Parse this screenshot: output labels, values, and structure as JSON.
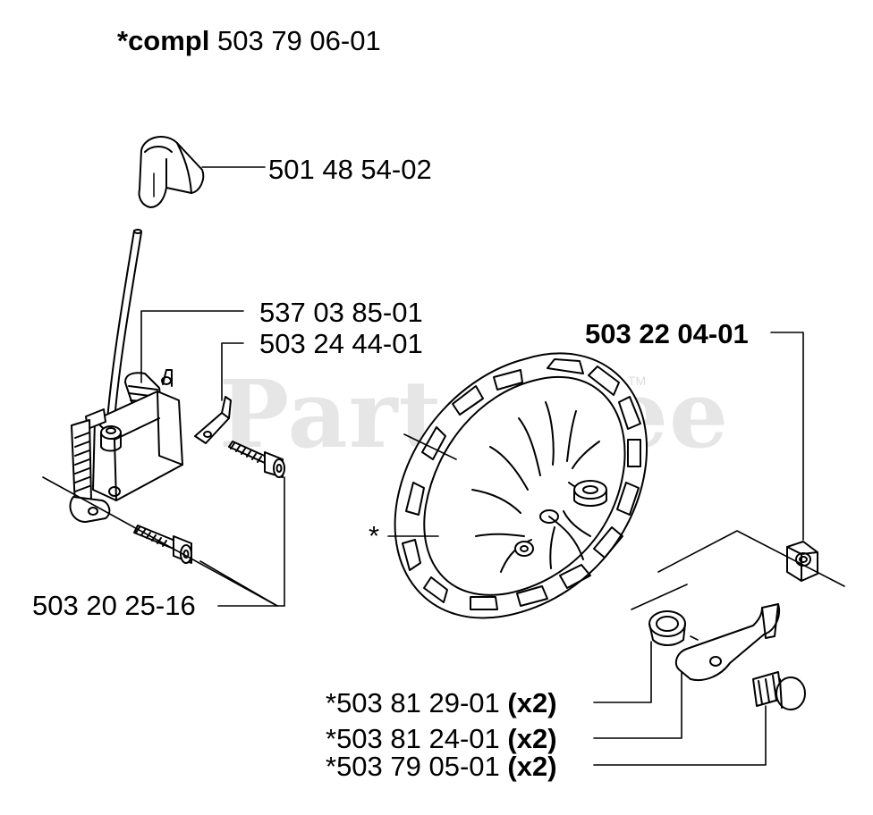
{
  "watermark": {
    "text": "PartsTree",
    "mark": "TM"
  },
  "header": {
    "prefix": "*compl",
    "part": "503 79 06-01"
  },
  "parts": {
    "spark_boot": "501 48 54-02",
    "ignition_module": "537 03 85-01",
    "ground_plate": "503 24 44-01",
    "module_screws": "503 20 25-16",
    "flywheel_nut": "503 22 04-01",
    "flywheel": "*"
  },
  "kit_rows": [
    {
      "part": "*503 81 29-01",
      "qty": "(x2)"
    },
    {
      "part": "*503 81 24-01",
      "qty": "(x2)"
    },
    {
      "part": "*503 79 05-01",
      "qty": "(x2)"
    }
  ],
  "colors": {
    "ink": "#000000",
    "background": "#ffffff",
    "watermark": "#e6e6e6"
  }
}
